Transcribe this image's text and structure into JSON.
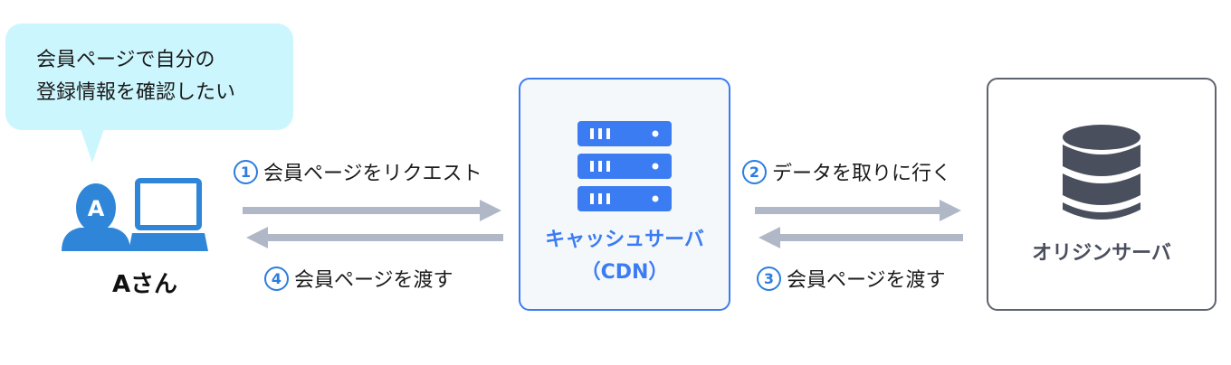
{
  "bubble": {
    "line1": "会員ページで自分の",
    "line2": "登録情報を確認したい"
  },
  "user": {
    "avatar_letter": "A",
    "label": "Aさん"
  },
  "cdn": {
    "name_line1": "キャッシュサーバ",
    "name_line2": "（CDN）"
  },
  "origin": {
    "name": "オリジンサーバ"
  },
  "steps": [
    {
      "num": "1",
      "text": "会員ページをリクエスト"
    },
    {
      "num": "2",
      "text": "データを取りに行く"
    },
    {
      "num": "3",
      "text": "会員ページを渡す"
    },
    {
      "num": "4",
      "text": "会員ページを渡す"
    }
  ],
  "colors": {
    "bubble": "#ccf6fd",
    "user_blue": "#2f86d8",
    "cdn_blue": "#3c7cf2",
    "arrow_gray": "#b0b8c8",
    "origin_gray": "#4a4f5d",
    "step_blue": "#2b7de0"
  }
}
